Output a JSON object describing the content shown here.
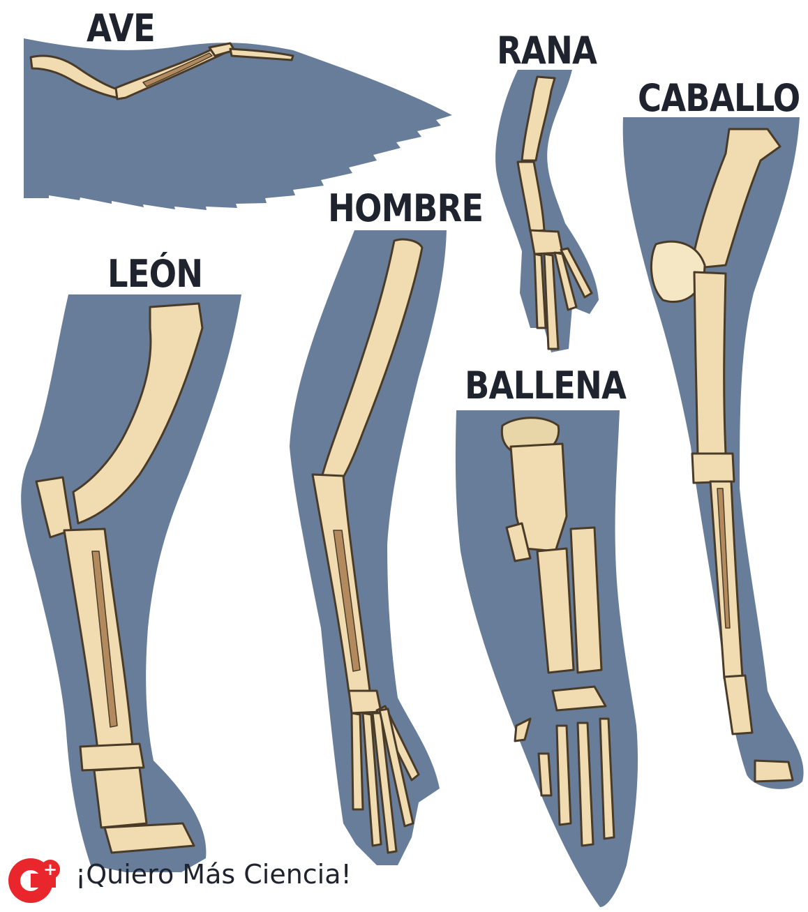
{
  "labels": {
    "bird": "AVE",
    "frog": "RANA",
    "horse": "CABALLO",
    "human": "HOMBRE",
    "lion": "LEÓN",
    "whale": "BALLENA"
  },
  "brand": {
    "logo_symbol": "+",
    "text": "¡Quiero Más Ciencia!"
  },
  "colors": {
    "silhouette": "#677d99",
    "bone": "#f0dcb0",
    "bone_dark": "#e3c793",
    "bone_shadow": "#b38a5d",
    "outline": "#4a3b28",
    "logo": "#e8262c",
    "text": "#1f232e"
  }
}
